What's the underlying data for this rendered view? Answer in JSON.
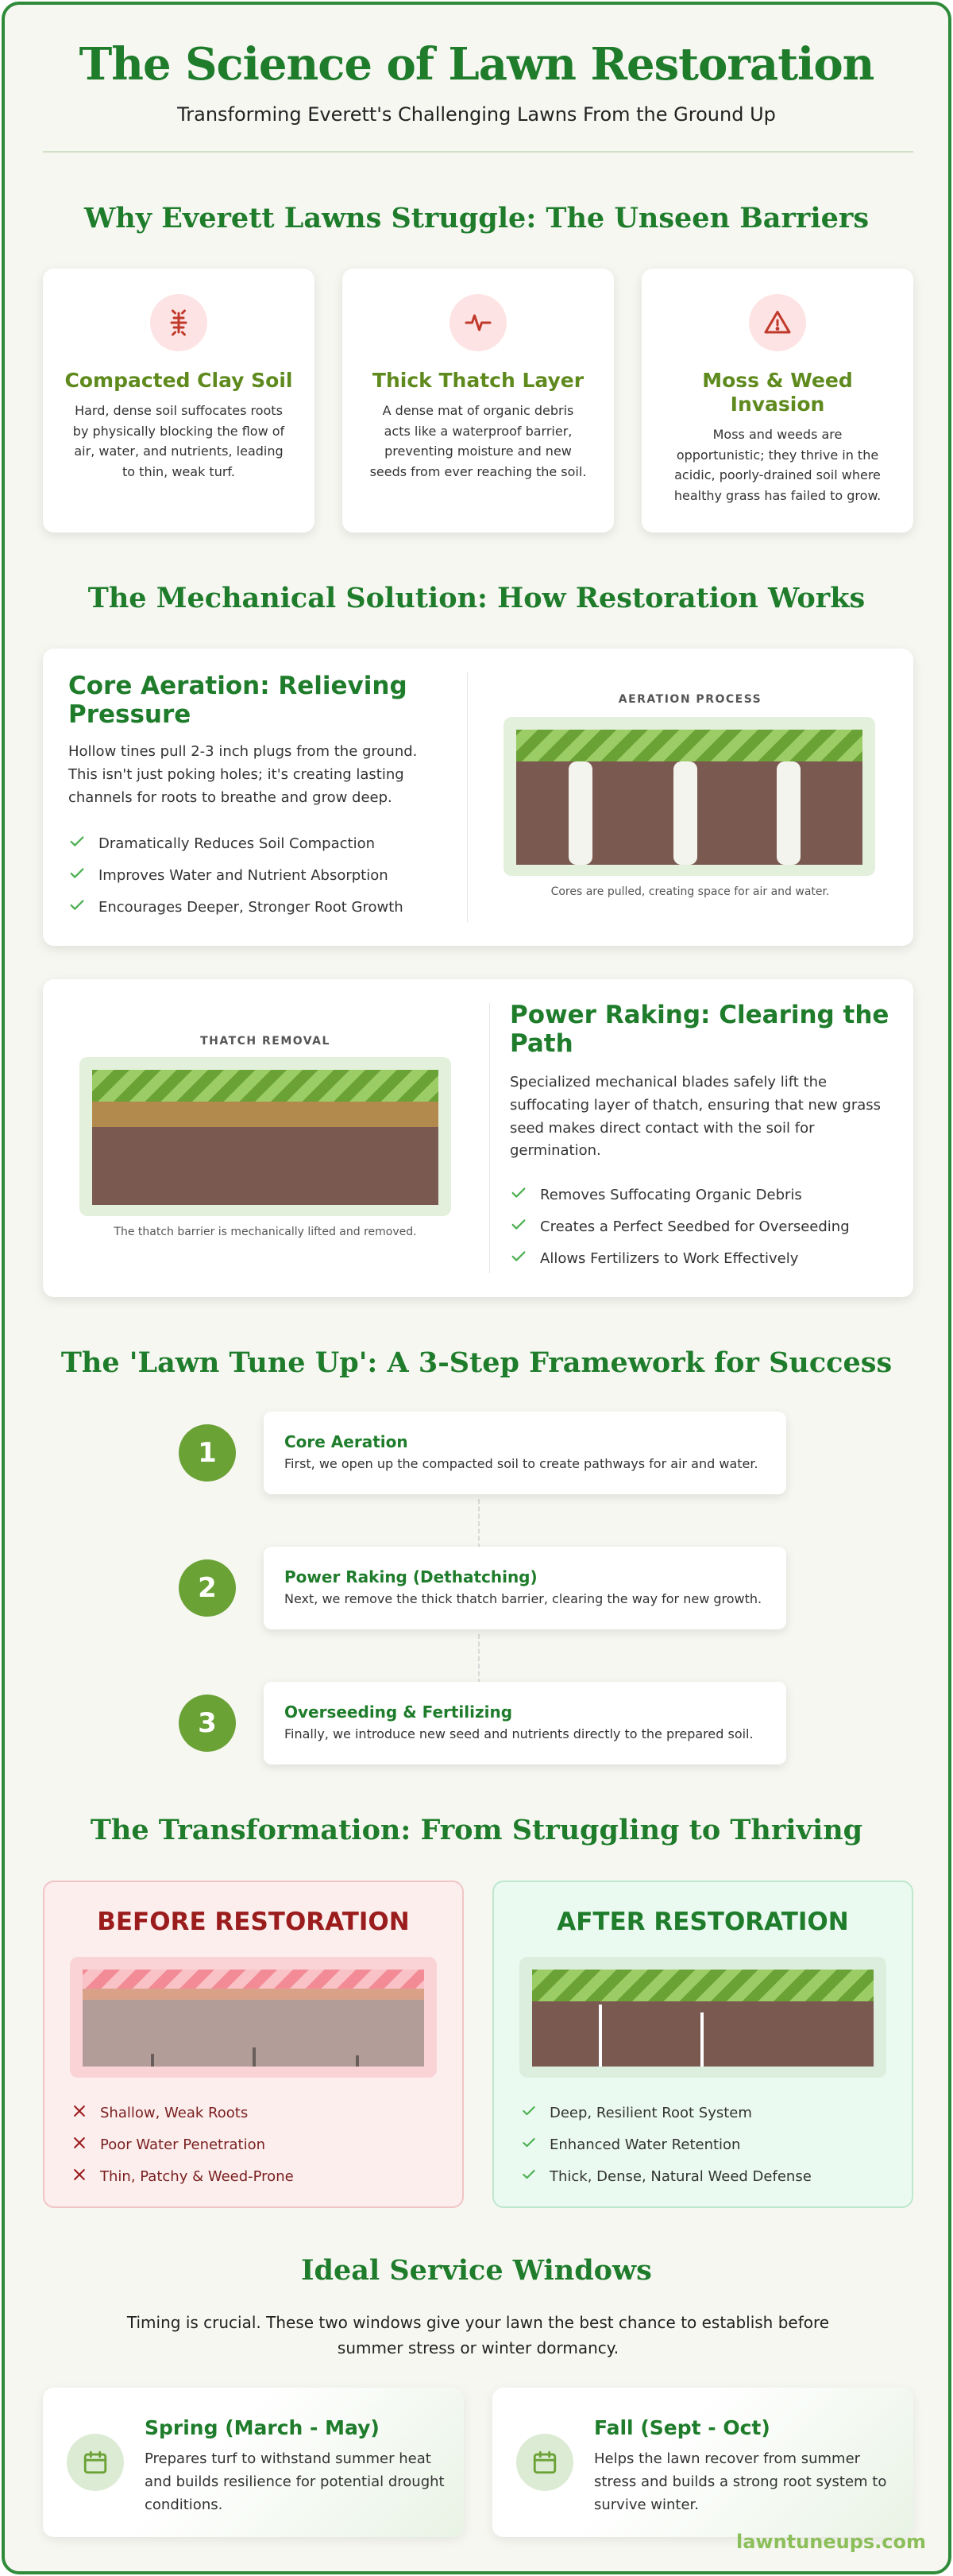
{
  "header": {
    "title": "The Science of Lawn Restoration",
    "subtitle": "Transforming Everett's Challenging Lawns From the Ground Up"
  },
  "problems": {
    "heading": "Why Everett Lawns Struggle: The Unseen Barriers",
    "cards": [
      {
        "icon": "bug-icon",
        "title": "Compacted Clay Soil",
        "text": "Hard, dense soil suffocates roots by physically blocking the flow of air, water, and nutrients, leading to thin, weak turf."
      },
      {
        "icon": "pulse-icon",
        "title": "Thick Thatch Layer",
        "text": "A dense mat of organic debris acts like a waterproof barrier, preventing moisture and new seeds from ever reaching the soil."
      },
      {
        "icon": "warning-icon",
        "title": "Moss & Weed Invasion",
        "text": "Moss and weeds are opportunistic; they thrive in the acidic, poorly-drained soil where healthy grass has failed to grow."
      }
    ]
  },
  "solution": {
    "heading": "The Mechanical Solution: How Restoration Works",
    "aeration": {
      "title": "Core Aeration: Relieving Pressure",
      "text": "Hollow tines pull 2-3 inch plugs from the ground. This isn't just poking holes; it's creating lasting channels for roots to breathe and grow deep.",
      "benefits": [
        "Dramatically Reduces Soil Compaction",
        "Improves Water and Nutrient Absorption",
        "Encourages Deeper, Stronger Root Growth"
      ],
      "visual_label": "AERATION PROCESS",
      "visual_caption": "Cores are pulled, creating space for air and water."
    },
    "raking": {
      "title": "Power Raking: Clearing the Path",
      "text": "Specialized mechanical blades safely lift the suffocating layer of thatch, ensuring that new grass seed makes direct contact with the soil for germination.",
      "benefits": [
        "Removes Suffocating Organic Debris",
        "Creates a Perfect Seedbed for Overseeding",
        "Allows Fertilizers to Work Effectively"
      ],
      "visual_label": "THATCH REMOVAL",
      "visual_caption": "The thatch barrier is mechanically lifted and removed."
    }
  },
  "framework": {
    "heading": "The 'Lawn Tune Up': A 3-Step Framework for Success",
    "steps": [
      {
        "number": "1",
        "title": "Core Aeration",
        "text": "First, we open up the compacted soil to create pathways for air and water."
      },
      {
        "number": "2",
        "title": "Power Raking (Dethatching)",
        "text": "Next, we remove the thick thatch barrier, clearing the way for new growth."
      },
      {
        "number": "3",
        "title": "Overseeding & Fertilizing",
        "text": "Finally, we introduce new seed and nutrients directly to the prepared soil."
      }
    ]
  },
  "transformation": {
    "heading": "The Transformation: From Struggling to Thriving",
    "before": {
      "title": "BEFORE RESTORATION",
      "items": [
        "Shallow, Weak Roots",
        "Poor Water Penetration",
        "Thin, Patchy & Weed-Prone"
      ]
    },
    "after": {
      "title": "AFTER RESTORATION",
      "items": [
        "Deep, Resilient Root System",
        "Enhanced Water Retention",
        "Thick, Dense, Natural Weed Defense"
      ]
    }
  },
  "windows": {
    "heading": "Ideal Service Windows",
    "intro": "Timing is crucial. These two windows give your lawn the best chance to establish before summer stress or winter dormancy.",
    "items": [
      {
        "icon": "calendar-icon",
        "title": "Spring (March - May)",
        "text": "Prepares turf to withstand summer heat and builds resilience for potential drought conditions."
      },
      {
        "icon": "calendar-icon",
        "title": "Fall (Sept - Oct)",
        "text": "Helps the lawn recover from summer stress and builds a strong root system to survive winter."
      }
    ]
  },
  "footer": {
    "brand": "lawntuneups.com"
  },
  "colors": {
    "primary_green": "#1e7c2b",
    "olive_green": "#5f8a1e",
    "step_green": "#6aa236",
    "before_red": "#9b1c1c",
    "soil_brown": "#7a5a50",
    "thatch_tan": "#b38a4d"
  }
}
